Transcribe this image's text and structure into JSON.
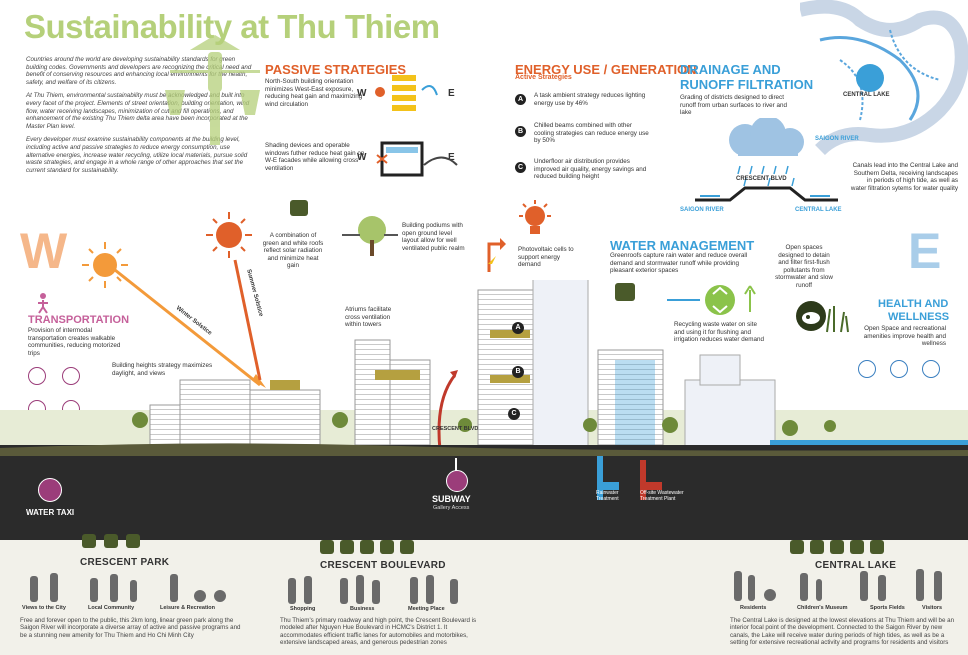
{
  "title": "Sustainability at Thu Thiem",
  "intro": [
    "Countries around the world are developing sustainability standards for green building codes. Governments and developers are recognizing the critical need and benefit of conserving resources and enhancing local environments for the health, safety, and welfare of its citizens.",
    "At Thu Thiem, environmental sustainability must be acknowledged and built into every facet of the project. Elements of street orientation, building orientation, wind flow, water receiving landscapes, minimization of cut and fill operations, and enhancement of the existing Thu Thiem delta area have been incorporated at the Master Plan level.",
    "Every developer must examine sustainability components at the building level, including active and passive strategies to reduce energy consumption, use alternative energies, increase water recycling, utilize local materials, pursue solid waste strategies, and engage in a whole range of other approaches that set the current standard for sustainability."
  ],
  "passive": {
    "heading": "PASSIVE STRATEGIES",
    "orientation": "North-South building orientation minimizes West-East exposure, reducing heat gain and maximizing wind circulation",
    "shading": "Shading devices and operable windows futher reduce heat gain on W-E facades while allowing cross ventilation",
    "roofs": "A combination of green and white roofs reflect solar radiation and minimize heat gain",
    "podiums": "Building podiums with open ground level layout allow for well ventilated public realm",
    "atriums": "Atriums facilitate cross ventilation within towers",
    "w": "W",
    "e": "E"
  },
  "energy": {
    "heading": "ENERGY USE / GENERATION",
    "sub": "Active Strategies",
    "a_letter": "A",
    "a": "A task ambient strategy reduces lighting energy use by 46%",
    "b_letter": "B",
    "b": "Chilled beams combined with other cooling strategies can reduce energy use by 50%",
    "c_letter": "C",
    "c": "Underfloor air distribution provides improved air quality, energy savings and reduced building height",
    "pv": "Photovoltaic cells to support energy demand"
  },
  "drainage": {
    "heading1": "DRAINAGE AND",
    "heading2": "RUNOFF FILTRATION",
    "text": "Grading of districts designed to direct runoff from urban surfaces to river and lake",
    "crescent_blvd": "CRESCENT BLVD",
    "saigon_river": "SAIGON RIVER",
    "central_lake": "CENTRAL LAKE"
  },
  "map": {
    "central_lake": "CENTRAL LAKE",
    "saigon_river": "SAIGON RIVER",
    "text": "Canals lead into the Central Lake and Southern Delta, receiving landscapes in periods of high tide, as well as water filtration sytems for water quality"
  },
  "water": {
    "heading": "WATER MANAGEMENT",
    "greenroofs": "Greenroofs capture rain water and reduce overall demand and stormwater runoff while providing pleasant exterior spaces",
    "recycling": "Recycling waste water on site and using it for flushing and irrigation reduces water demand",
    "open": "Open spaces designed to detain and filter first-flush pollutants from stormwater and slow runoff",
    "rainwater": "Rainwater Treatment",
    "offsite": "Off-site Wastewater Treatment Plant"
  },
  "health": {
    "heading1": "HEALTH AND",
    "heading2": "WELLNESS",
    "text": "Open Space and recreational amenities improve health and wellness"
  },
  "transport": {
    "heading": "TRANSPORTATION",
    "text": "Provision of intermodal transportation creates walkable communities, reducing motorized trips",
    "heights": "Building heights strategy maximizes daylight, and views",
    "winter": "Winter Solstice",
    "summer": "Summer Solstice",
    "big_w": "W",
    "big_e": "E"
  },
  "section": {
    "crescent_blvd": "CRESCENT BLVD",
    "subway": "SUBWAY",
    "gallery": "Gallery Access",
    "water_taxi": "WATER TAXI"
  },
  "bottom": {
    "park": {
      "heading": "CRESCENT PARK",
      "labels": [
        "Views to the City",
        "Local Community",
        "Leisure & Recreation"
      ],
      "text": "Free and forever open to the public, this 2km long, linear green park along the Saigon River will incorporate a diverse array of active and passive programs and be a stunning new amenity for Thu Thiem and Ho Chi Minh City"
    },
    "blvd": {
      "heading": "CRESCENT BOULEVARD",
      "labels": [
        "Shopping",
        "Business",
        "Meeting Place"
      ],
      "text": "Thu Thiem's primary roadway and high point, the Crescent Boulevard is modeled after Nguyen Hue Boulevard in HCMC's District 1. It accommodates efficient traffic lanes for automobiles and motorbikes, extensive landscaped areas, and generous pedestrian zones"
    },
    "lake": {
      "heading": "CENTRAL LAKE",
      "labels": [
        "Residents",
        "Children's Museum",
        "Sports Fields",
        "Visitors"
      ],
      "text": "The Central Lake is designed at the lowest elevations at Thu Thiem and will be an interior focal point of the development. Connected to the Saigon River by new canals, the Lake will receive water during periods of high tides, as well as be a setting for extensive recreational activity and programs for residents and visitors"
    }
  },
  "colors": {
    "title": "#b5d07a",
    "orange": "#e0602a",
    "blue": "#3a9fd8",
    "purple": "#9b3d7a",
    "ground": "#2b2b2b"
  }
}
